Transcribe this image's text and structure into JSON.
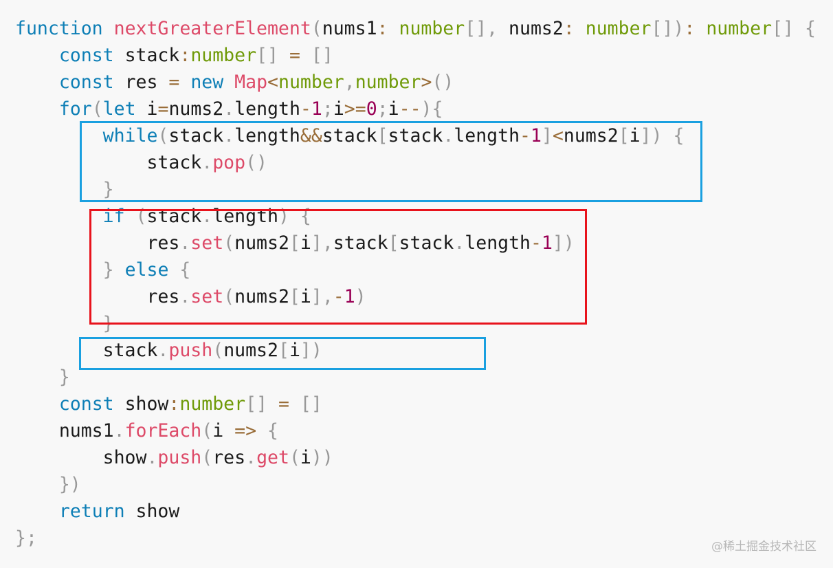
{
  "colors": {
    "background": "#f8f8f8",
    "keyword": "#0e7fb6",
    "function": "#dd4a68",
    "type": "#6f9a08",
    "operator": "#9a6e3a",
    "punctuation": "#999999",
    "number": "#990055",
    "identifier": "#1b1b1b",
    "box_blue": "#1aa0e0",
    "box_red": "#e8131c"
  },
  "code": {
    "lines": [
      [
        [
          "kw",
          "function"
        ],
        [
          "id",
          " "
        ],
        [
          "fn",
          "nextGreaterElement"
        ],
        [
          "pu",
          "("
        ],
        [
          "id",
          "nums1"
        ],
        [
          "op",
          ":"
        ],
        [
          "id",
          " "
        ],
        [
          "ty",
          "number"
        ],
        [
          "pu",
          "[],"
        ],
        [
          "id",
          " nums2"
        ],
        [
          "op",
          ":"
        ],
        [
          "id",
          " "
        ],
        [
          "ty",
          "number"
        ],
        [
          "pu",
          "[])"
        ],
        [
          "op",
          ":"
        ],
        [
          "id",
          " "
        ],
        [
          "ty",
          "number"
        ],
        [
          "pu",
          "[]"
        ],
        [
          "id",
          " "
        ],
        [
          "pu",
          "{"
        ]
      ],
      [
        [
          "id",
          "    "
        ],
        [
          "kw",
          "const"
        ],
        [
          "id",
          " stack"
        ],
        [
          "op",
          ":"
        ],
        [
          "ty",
          "number"
        ],
        [
          "pu",
          "[]"
        ],
        [
          "id",
          " "
        ],
        [
          "op",
          "="
        ],
        [
          "id",
          " "
        ],
        [
          "pu",
          "[]"
        ]
      ],
      [
        [
          "id",
          "    "
        ],
        [
          "kw",
          "const"
        ],
        [
          "id",
          " res "
        ],
        [
          "op",
          "="
        ],
        [
          "id",
          " "
        ],
        [
          "kw",
          "new"
        ],
        [
          "id",
          " "
        ],
        [
          "fn",
          "Map"
        ],
        [
          "op",
          "<"
        ],
        [
          "ty",
          "number"
        ],
        [
          "pu",
          ","
        ],
        [
          "ty",
          "number"
        ],
        [
          "op",
          ">"
        ],
        [
          "pu",
          "()"
        ]
      ],
      [
        [
          "id",
          "    "
        ],
        [
          "kw",
          "for"
        ],
        [
          "pu",
          "("
        ],
        [
          "kw",
          "let"
        ],
        [
          "id",
          " i"
        ],
        [
          "op",
          "="
        ],
        [
          "id",
          "nums2"
        ],
        [
          "pu",
          "."
        ],
        [
          "id",
          "length"
        ],
        [
          "op",
          "-"
        ],
        [
          "nu",
          "1"
        ],
        [
          "pu",
          ";"
        ],
        [
          "id",
          "i"
        ],
        [
          "op",
          ">="
        ],
        [
          "nu",
          "0"
        ],
        [
          "pu",
          ";"
        ],
        [
          "id",
          "i"
        ],
        [
          "op",
          "--"
        ],
        [
          "pu",
          "){"
        ]
      ],
      [
        [
          "id",
          "        "
        ],
        [
          "kw",
          "while"
        ],
        [
          "pu",
          "("
        ],
        [
          "id",
          "stack"
        ],
        [
          "pu",
          "."
        ],
        [
          "id",
          "length"
        ],
        [
          "op",
          "&&"
        ],
        [
          "id",
          "stack"
        ],
        [
          "pu",
          "["
        ],
        [
          "id",
          "stack"
        ],
        [
          "pu",
          "."
        ],
        [
          "id",
          "length"
        ],
        [
          "op",
          "-"
        ],
        [
          "nu",
          "1"
        ],
        [
          "pu",
          "]"
        ],
        [
          "op",
          "<"
        ],
        [
          "id",
          "nums2"
        ],
        [
          "pu",
          "["
        ],
        [
          "id",
          "i"
        ],
        [
          "pu",
          "])"
        ],
        [
          "id",
          " "
        ],
        [
          "pu",
          "{"
        ]
      ],
      [
        [
          "id",
          "            stack"
        ],
        [
          "pu",
          "."
        ],
        [
          "fn",
          "pop"
        ],
        [
          "pu",
          "()"
        ]
      ],
      [
        [
          "id",
          "        "
        ],
        [
          "pu",
          "}"
        ]
      ],
      [
        [
          "id",
          "        "
        ],
        [
          "kw",
          "if"
        ],
        [
          "id",
          " "
        ],
        [
          "pu",
          "("
        ],
        [
          "id",
          "stack"
        ],
        [
          "pu",
          "."
        ],
        [
          "id",
          "length"
        ],
        [
          "pu",
          ")"
        ],
        [
          "id",
          " "
        ],
        [
          "pu",
          "{"
        ]
      ],
      [
        [
          "id",
          "            res"
        ],
        [
          "pu",
          "."
        ],
        [
          "fn",
          "set"
        ],
        [
          "pu",
          "("
        ],
        [
          "id",
          "nums2"
        ],
        [
          "pu",
          "["
        ],
        [
          "id",
          "i"
        ],
        [
          "pu",
          "],"
        ],
        [
          "id",
          "stack"
        ],
        [
          "pu",
          "["
        ],
        [
          "id",
          "stack"
        ],
        [
          "pu",
          "."
        ],
        [
          "id",
          "length"
        ],
        [
          "op",
          "-"
        ],
        [
          "nu",
          "1"
        ],
        [
          "pu",
          "])"
        ]
      ],
      [
        [
          "id",
          "        "
        ],
        [
          "pu",
          "}"
        ],
        [
          "id",
          " "
        ],
        [
          "kw",
          "else"
        ],
        [
          "id",
          " "
        ],
        [
          "pu",
          "{"
        ]
      ],
      [
        [
          "id",
          "            res"
        ],
        [
          "pu",
          "."
        ],
        [
          "fn",
          "set"
        ],
        [
          "pu",
          "("
        ],
        [
          "id",
          "nums2"
        ],
        [
          "pu",
          "["
        ],
        [
          "id",
          "i"
        ],
        [
          "pu",
          "],"
        ],
        [
          "op",
          "-"
        ],
        [
          "nu",
          "1"
        ],
        [
          "pu",
          ")"
        ]
      ],
      [
        [
          "id",
          "        "
        ],
        [
          "pu",
          "}"
        ]
      ],
      [
        [
          "id",
          "        stack"
        ],
        [
          "pu",
          "."
        ],
        [
          "fn",
          "push"
        ],
        [
          "pu",
          "("
        ],
        [
          "id",
          "nums2"
        ],
        [
          "pu",
          "["
        ],
        [
          "id",
          "i"
        ],
        [
          "pu",
          "])"
        ]
      ],
      [
        [
          "id",
          "    "
        ],
        [
          "pu",
          "}"
        ]
      ],
      [
        [
          "id",
          "    "
        ],
        [
          "kw",
          "const"
        ],
        [
          "id",
          " show"
        ],
        [
          "op",
          ":"
        ],
        [
          "ty",
          "number"
        ],
        [
          "pu",
          "[]"
        ],
        [
          "id",
          " "
        ],
        [
          "op",
          "="
        ],
        [
          "id",
          " "
        ],
        [
          "pu",
          "[]"
        ]
      ],
      [
        [
          "id",
          "    nums1"
        ],
        [
          "pu",
          "."
        ],
        [
          "fn",
          "forEach"
        ],
        [
          "pu",
          "("
        ],
        [
          "id",
          "i "
        ],
        [
          "op",
          "=>"
        ],
        [
          "id",
          " "
        ],
        [
          "pu",
          "{"
        ]
      ],
      [
        [
          "id",
          "        show"
        ],
        [
          "pu",
          "."
        ],
        [
          "fn",
          "push"
        ],
        [
          "pu",
          "("
        ],
        [
          "id",
          "res"
        ],
        [
          "pu",
          "."
        ],
        [
          "fn",
          "get"
        ],
        [
          "pu",
          "("
        ],
        [
          "id",
          "i"
        ],
        [
          "pu",
          "))"
        ]
      ],
      [
        [
          "id",
          "    "
        ],
        [
          "pu",
          "})"
        ]
      ],
      [
        [
          "id",
          "    "
        ],
        [
          "kw",
          "return"
        ],
        [
          "id",
          " show"
        ]
      ],
      [
        [
          "pu",
          "};"
        ]
      ]
    ]
  },
  "watermark": "@稀土掘金技术社区"
}
